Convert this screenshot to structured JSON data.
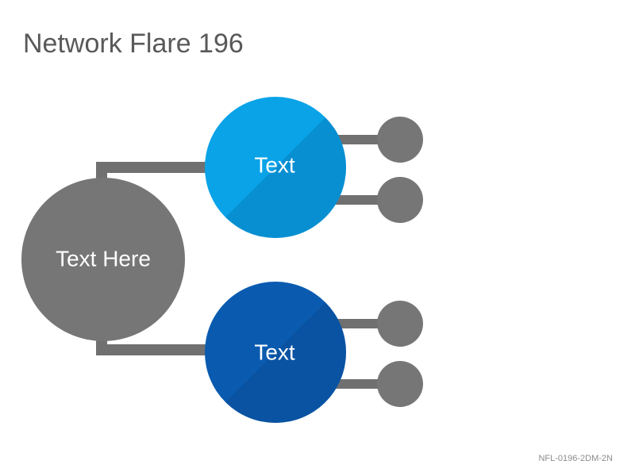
{
  "title": "Network Flare 196",
  "footer_code": "NFL-0196-2DM-2N",
  "root": {
    "label": "Text Here",
    "color": "#767676"
  },
  "children": [
    {
      "label": "Text",
      "color": "#0aa3e8",
      "shade": "#0880c0"
    },
    {
      "label": "Text",
      "color": "#0a5bb0",
      "shade": "#084e9a"
    }
  ],
  "leaf_color": "#767676",
  "connector_color": "#707070"
}
